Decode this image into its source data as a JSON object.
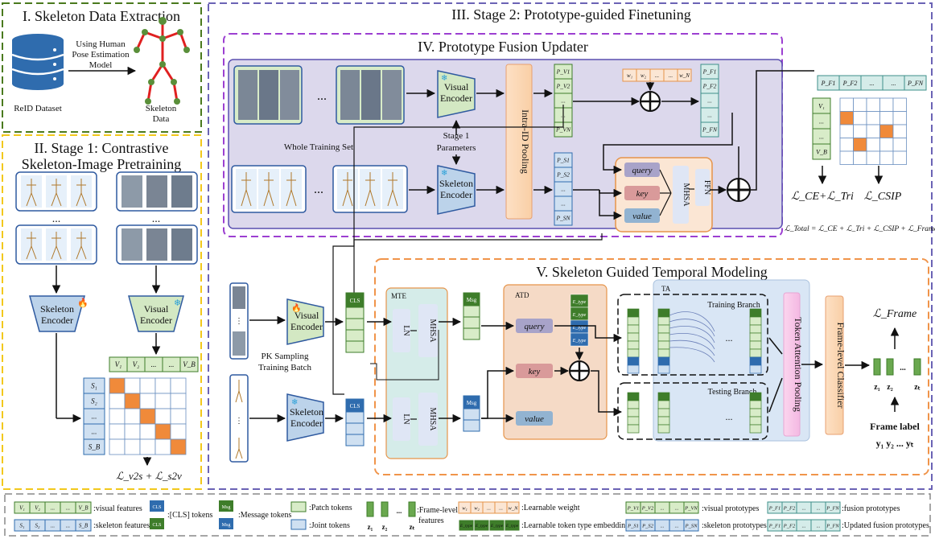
{
  "sections": {
    "s1": "I. Skeleton Data Extraction",
    "s2_line1": "II. Stage 1: Contrastive",
    "s2_line2": "Skeleton-Image Pretraining",
    "s3": "III. Stage 2: Prototype-guided Finetuning",
    "s4": "IV. Prototype Fusion Updater",
    "s5": "V. Skeleton Guided Temporal Modeling"
  },
  "s1": {
    "dataset": "ReID Dataset",
    "arrow_line1": "Using Human",
    "arrow_line2": "Pose Estimation",
    "arrow_line3": "Model",
    "skel_line1": "Skeleton",
    "skel_line2": "Data"
  },
  "s2": {
    "dots_left": "...",
    "dots_right": "...",
    "skel_enc_1": "Skeleton",
    "skel_enc_2": "Encoder",
    "vis_enc_1": "Visual",
    "vis_enc_2": "Encoder",
    "v_row": [
      "V₁",
      "V₂",
      "...",
      "...",
      "V_B"
    ],
    "s_col": [
      "S₁",
      "S₂",
      "...",
      "...",
      "S_B"
    ],
    "loss": "ℒ_v2s + ℒ_s2v"
  },
  "s4": {
    "whole_set": "Whole Training Set",
    "dots": "...",
    "vis_enc_1": "Visual",
    "vis_enc_2": "Encoder",
    "skel_enc_1": "Skeleton",
    "skel_enc_2": "Encoder",
    "params_1": "Stage 1",
    "params_2": "Parameters",
    "pool": "Intra-ID Pooling",
    "pv": [
      "P_V1",
      "P_V2",
      "...",
      "...",
      "P_VN"
    ],
    "ps": [
      "P_S1",
      "P_S2",
      "...",
      "...",
      "P_SN"
    ],
    "w": [
      "w₁",
      "w₂",
      "...",
      "...",
      "w_N"
    ],
    "pf": [
      "P_F1",
      "P_F2",
      "...",
      "...",
      "P_FN"
    ],
    "query": "query",
    "key": "key",
    "value": "value",
    "mhsa": "MHSA",
    "ffn": "FFN"
  },
  "s3right": {
    "pf_row": [
      "P_F1",
      "P_F2",
      "...",
      "...",
      "P_FN"
    ],
    "v_col": [
      "V₁",
      "...",
      "...",
      "V_B"
    ],
    "loss1": "ℒ_CE+ℒ_Tri",
    "loss2": "ℒ_CSIP",
    "total": "ℒ_Total = ℒ_CE + ℒ_Tri + ℒ_CSIP + ℒ_Frame"
  },
  "s5": {
    "pk_1": "PK Sampling",
    "pk_2": "Training Batch",
    "vis_enc_1": "Visual",
    "vis_enc_2": "Encoder",
    "skel_enc_1": "Skeleton",
    "skel_enc_2": "Encoder",
    "cls": "CLS",
    "msg": "Msg",
    "mte": "MTE",
    "ln": "LN",
    "mhsa": "MHSA",
    "atd": "ATD",
    "query": "query",
    "key": "key",
    "value": "value",
    "etype": "E_type",
    "ta": "TA",
    "train_branch": "Training Branch",
    "test_branch": "Testing Branch",
    "dots": "...",
    "tap": "Token Attention Pooling",
    "flc": "Frame-level Classifier",
    "loss": "ℒ_Frame",
    "z": [
      "z₁",
      "z₂",
      "...",
      "zₜ"
    ],
    "frame_label": "Frame label",
    "y": "y₁ y₂ ... yₜ"
  },
  "legend": {
    "vis_feat": ":visual features",
    "skel_feat": ":skeleton features",
    "v_cells": [
      "V₁",
      "V₂",
      "...",
      "...",
      "V_B"
    ],
    "s_cells": [
      "S₁",
      "S₂",
      "...",
      "...",
      "S_B"
    ],
    "cls": "CLS",
    "cls_tokens": ":[CLS] tokens",
    "msg": "Msg",
    "msg_tokens": ":Message tokens",
    "patch": ":Patch tokens",
    "joint": ":Joint  tokens",
    "frame_feat_1": ":Frame-level",
    "frame_feat_2": "features",
    "z_cells": [
      "z₁",
      "z₂",
      "...",
      "zₜ"
    ],
    "w_cells": [
      "w₁",
      "w₂",
      "...",
      "...",
      "w_N"
    ],
    "learnable_w": ":Learnable weight",
    "etype_cells": [
      "E_type",
      "E_type",
      "E_type",
      "E_type"
    ],
    "learnable_type": ":Learnable token type embedding",
    "pv_cells": [
      "P_V1",
      "P_V2",
      "...",
      "...",
      "P_VN"
    ],
    "ps_cells": [
      "P_S1",
      "P_S2",
      "...",
      "...",
      "P_SN"
    ],
    "vis_proto": ":visual prototypes",
    "skel_proto": ":skeleton prototypes",
    "pf_cells": [
      "P_F1",
      "P_F2",
      "...",
      "...",
      "P_FN"
    ],
    "pf2_cells": [
      "P_F1",
      "P_F2",
      "...",
      "...",
      "P_FN"
    ],
    "fusion_proto": ":fusion prototypes",
    "upd_fusion_proto": ":Updated fusion prototypes"
  },
  "colors": {
    "s1_border": "#4a7a1e",
    "s2_border": "#f2c81c",
    "s3_border": "#6b63b5",
    "s4_border": "#9c3fd1",
    "s5_border": "#f0944a",
    "green_cell": "#d8ecc8",
    "blue_cell": "#cfe0f1",
    "orange_hit": "#f08a3a",
    "dark_green": "#3e7d2a",
    "encoder_blue": "#bcd3ea",
    "encoder_green": "#d3e8c3"
  }
}
